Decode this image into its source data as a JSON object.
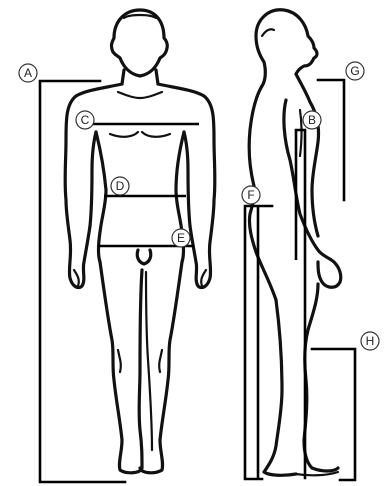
{
  "markers": {
    "a": "A",
    "b": "B",
    "c": "C",
    "d": "D",
    "e": "E",
    "f": "F",
    "g": "G",
    "h": "H"
  },
  "figures": {
    "front": "front-view-male-figure",
    "side": "side-view-male-figure"
  },
  "colors": {
    "ink": "#111111",
    "background": "#ffffff",
    "badge_border": "#333333"
  }
}
